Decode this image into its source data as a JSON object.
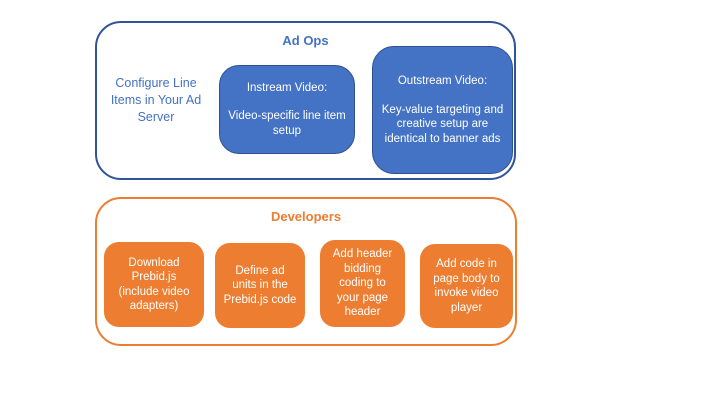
{
  "colors": {
    "blue_fill": "#4472C4",
    "blue_box_border": "#2F528F",
    "blue_container_border": "#2F5597",
    "orange": "#ED7D31",
    "box_text": "#ffffff"
  },
  "ad_ops": {
    "title": "Ad Ops",
    "side_note": "Configure Line Items in Your Ad Server",
    "boxes": [
      {
        "heading": "Instream Video:",
        "body": "Video-specific line item setup"
      },
      {
        "heading": "Outstream Video:",
        "body": "Key-value targeting and creative setup are identical to banner ads"
      }
    ]
  },
  "developers": {
    "title": "Developers",
    "steps": [
      {
        "label": "Download Prebid.js (include video adapters)"
      },
      {
        "label": "Define ad units in the Prebid.js code"
      },
      {
        "label": "Add header bidding coding to your page header"
      },
      {
        "label": "Add code in page body to invoke video player"
      }
    ]
  }
}
